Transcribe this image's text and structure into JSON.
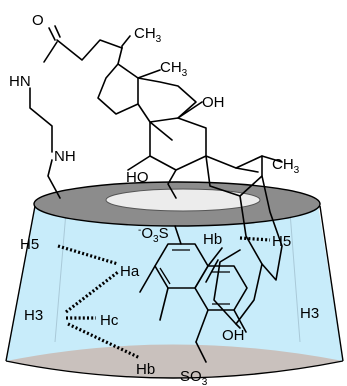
{
  "colors": {
    "cavity_fill": "#c8ecfa",
    "rim_gray": "#9a9a9a",
    "rim_dark": "#7f7f7f",
    "rim_inner": "#ececec",
    "bottom_rim": "#c9c1bd",
    "line": "#000000"
  },
  "labels": {
    "carbonyl_o": "O",
    "amide_hn": "HN",
    "amine_nh": "NH",
    "methyl_top": "CH",
    "methyl_top_sub": "3",
    "methyl_mid": "CH",
    "methyl_mid_sub": "3",
    "oh_right": "OH",
    "ho_left": "HO",
    "methyl_lower": "CH",
    "methyl_lower_sub": "3",
    "oh_bottom": "OH",
    "sulfonate_top_charge": "-",
    "sulfonate_top_o": "O",
    "sulfonate_top_sub": "3",
    "sulfonate_top_s": "S",
    "sulfonate_bottom_so": "SO",
    "sulfonate_bottom_sub": "3",
    "h5_left": "H5",
    "ha": "Ha",
    "hb_right": "Hb",
    "h5_right": "H5",
    "h3_left": "H3",
    "hc": "Hc",
    "h3_right": "H3",
    "hb_bottom": "Hb"
  }
}
